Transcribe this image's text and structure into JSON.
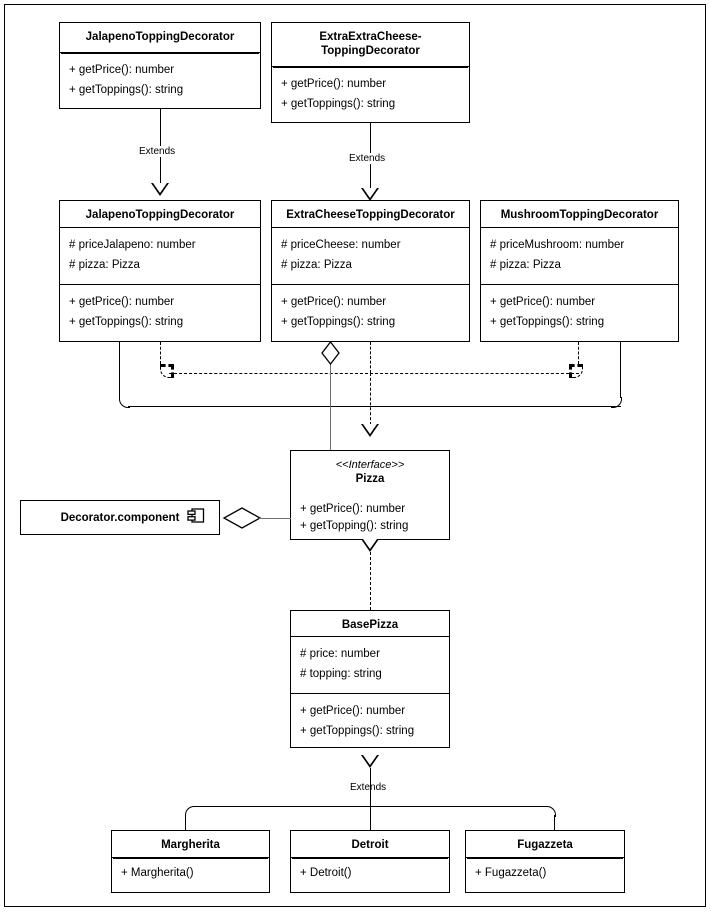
{
  "diagram": {
    "title": "Decorator pattern pizza UML class diagram",
    "type": "uml-class-diagram",
    "colors": {
      "line": "#000000",
      "aggregation_line": "#6f6f6f",
      "interface_rule": "#9a9a9a",
      "background": "#ffffff"
    }
  },
  "classes": {
    "jalapeno_decorator_top": {
      "name": "JalapenoToppingDecorator",
      "attributes": [],
      "methods": [
        "+ getPrice(): number",
        "+ getToppings(): string"
      ]
    },
    "extra_extra_cheese_decorator": {
      "name": "ExtraExtraCheese-\nToppingDecorator",
      "name_line1": "ExtraExtraCheese-",
      "name_line2": "ToppingDecorator",
      "attributes": [],
      "methods": [
        "+ getPrice(): number",
        "+ getToppings(): string"
      ]
    },
    "jalapeno_decorator": {
      "name": "JalapenoToppingDecorator",
      "attributes": [
        "# priceJalapeno: number",
        "# pizza: Pizza"
      ],
      "methods": [
        "+ getPrice(): number",
        "+ getToppings(): string"
      ]
    },
    "extra_cheese_decorator": {
      "name": "ExtraCheeseToppingDecorator",
      "attributes": [
        "# priceCheese: number",
        "# pizza: Pizza"
      ],
      "methods": [
        "+ getPrice(): number",
        "+ getToppings(): string"
      ]
    },
    "mushroom_decorator": {
      "name": "MushroomToppingDecorator",
      "attributes": [
        "# priceMushroom: number",
        "# pizza: Pizza"
      ],
      "methods": [
        "+ getPrice(): number",
        "+ getToppings(): string"
      ]
    },
    "pizza_interface": {
      "stereotype": "<<Interface>>",
      "name": "Pizza",
      "attributes": [],
      "methods": [
        "+ getPrice(): number",
        "+ getTopping(): string"
      ]
    },
    "base_pizza": {
      "name": "BasePizza",
      "attributes": [
        "# price: number",
        "# topping: string"
      ],
      "methods": [
        "+ getPrice(): number",
        "+ getToppings(): string"
      ]
    },
    "margherita": {
      "name": "Margherita",
      "methods": [
        "+ Margherita()"
      ]
    },
    "detroit": {
      "name": "Detroit",
      "methods": [
        "+ Detroit()"
      ]
    },
    "fugazzeta": {
      "name": "Fugazzeta",
      "methods": [
        "+ Fugazzeta()"
      ]
    }
  },
  "component": {
    "label": "Decorator.component",
    "icon": "component-icon"
  },
  "edges": {
    "extends_label_1": "Extends",
    "extends_label_2": "Extends",
    "extends_label_3": "Extends"
  }
}
